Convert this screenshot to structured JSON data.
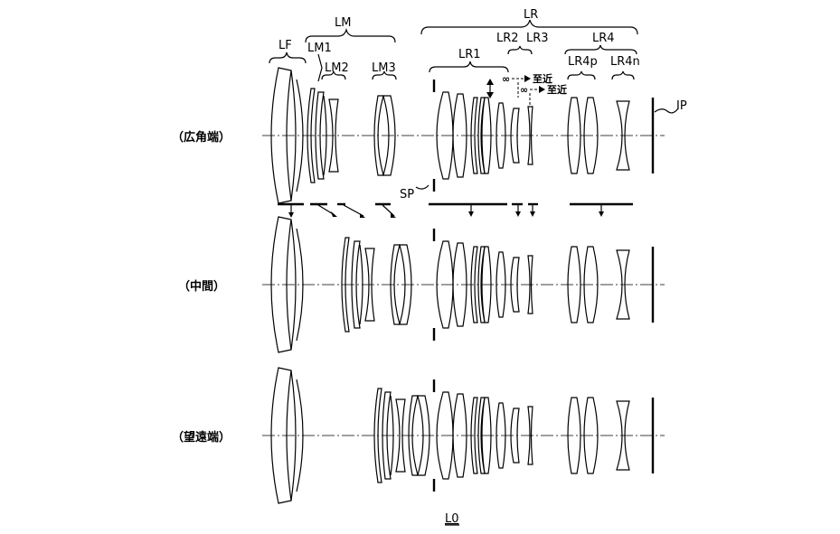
{
  "labels": {
    "LF": "LF",
    "LM": "LM",
    "LM1": "LM1",
    "LM2": "LM2",
    "LM3": "LM3",
    "LR": "LR",
    "LR1": "LR1",
    "LR2": "LR2",
    "LR3": "LR3",
    "LR4": "LR4",
    "LR4p": "LR4p",
    "LR4n": "LR4n",
    "IP": "IP",
    "SP": "SP",
    "inf1": "∞",
    "inf2": "∞",
    "near1": "至近",
    "near2": "至近",
    "figure": "L0"
  },
  "rows": [
    {
      "key": "wide",
      "label": "（広角端）"
    },
    {
      "key": "middle",
      "label": "（中間）"
    },
    {
      "key": "tele",
      "label": "（望遠端）"
    }
  ]
}
